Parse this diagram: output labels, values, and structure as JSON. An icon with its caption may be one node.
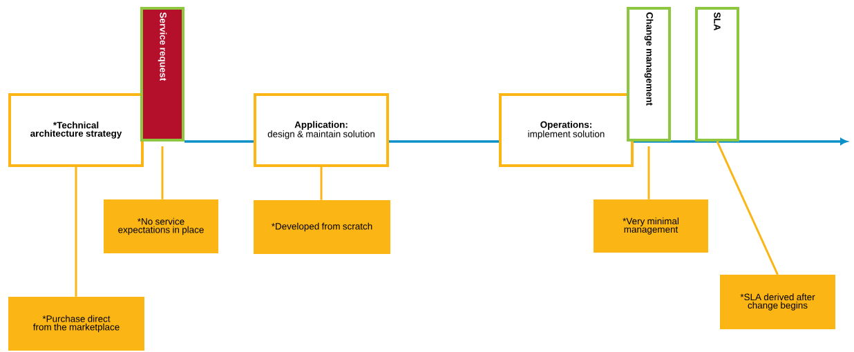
{
  "diagram": {
    "nodes": [
      {
        "text": [
          "*Technical architecture strategy"
        ]
      },
      {
        "text": [
          "Service request"
        ]
      },
      {
        "text": [
          "Application:",
          "design & maintain solution"
        ]
      },
      {
        "text": [
          "Operations:",
          "implement solution"
        ]
      },
      {
        "text": [
          "Change management"
        ]
      },
      {
        "text": [
          "SLA"
        ]
      },
      {
        "text": [
          "*No service expectations in place"
        ]
      },
      {
        "text": [
          "*Developed from scratch"
        ]
      },
      {
        "text": [
          "*Purchase direct from the marketplace"
        ]
      },
      {
        "text": [
          "*Very minimal management"
        ]
      },
      {
        "text": [
          "*SLA derived after change begins"
        ]
      }
    ],
    "edges": [
      {
        "from": 0,
        "to": 8,
        "arrow": "none"
      },
      {
        "from": 1,
        "to": 6,
        "arrow": "none"
      },
      {
        "from": 2,
        "to": 7,
        "arrow": "none"
      },
      {
        "from": 4,
        "to": 9,
        "arrow": "none"
      },
      {
        "from": 5,
        "to": 10,
        "arrow": "none"
      }
    ]
  }
}
